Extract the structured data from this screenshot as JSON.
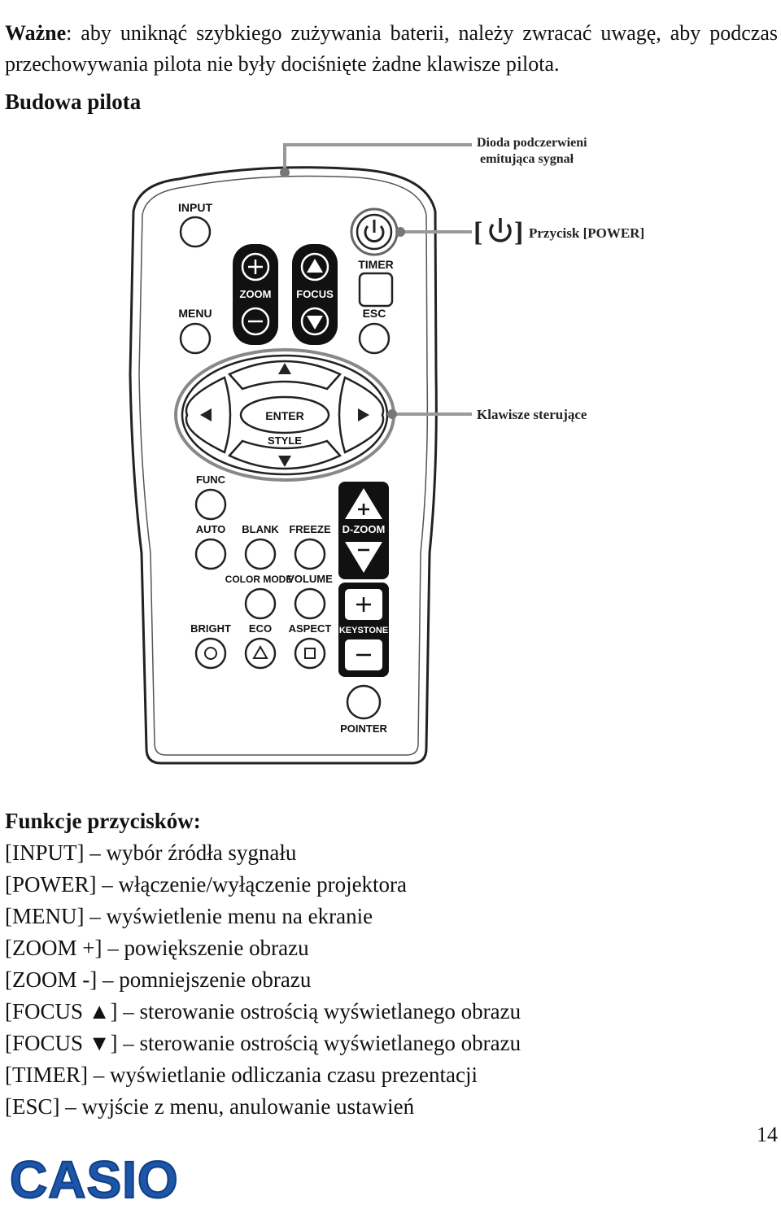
{
  "intro": {
    "bold": "Ważne",
    "text": ": aby uniknąć szybkiego zużywania baterii, należy zwracać uwagę, aby podczas przechowywania pilota nie były dociśnięte żadne klawisze pilota."
  },
  "section_title": "Budowa pilota",
  "remote": {
    "labels": {
      "input": "INPUT",
      "timer": "TIMER",
      "zoom": "ZOOM",
      "focus": "FOCUS",
      "menu": "MENU",
      "esc": "ESC",
      "enter": "ENTER",
      "style": "STYLE",
      "func": "FUNC",
      "auto": "AUTO",
      "blank": "BLANK",
      "freeze": "FREEZE",
      "dzoom": "D-ZOOM",
      "color_mode": "COLOR MODE",
      "volume": "VOLUME",
      "bright": "BRIGHT",
      "eco": "ECO",
      "aspect": "ASPECT",
      "keystone": "KEYSTONE",
      "pointer": "POINTER"
    },
    "callouts": {
      "ir_line1": "Dioda podczerwieni",
      "ir_line2": "emitująca sygnał",
      "power_bracket_left": "[",
      "power_bracket_right": "]",
      "power": "Przycisk [POWER]",
      "control": "Klawisze sterujące"
    }
  },
  "functions": {
    "heading": "Funkcje przycisków:",
    "items": [
      "[INPUT] – wybór źródła sygnału",
      "[POWER] – włączenie/wyłączenie projektora",
      "[MENU] – wyświetlenie menu na ekranie",
      "[ZOOM +] – powiększenie obrazu",
      "[ZOOM -] – pomniejszenie obrazu",
      "[FOCUS ▲] – sterowanie ostrością wyświetlanego obrazu",
      "[FOCUS ▼] – sterowanie ostrością wyświetlanego obrazu",
      "[TIMER] – wyświetlanie odliczania czasu prezentacji",
      "[ESC] – wyjście z menu, anulowanie ustawień"
    ]
  },
  "page_number": "14",
  "logo_text": "CASIO",
  "colors": {
    "logo": "#1d56a8",
    "remote_outline": "#222222",
    "callout_line": "#888888"
  }
}
